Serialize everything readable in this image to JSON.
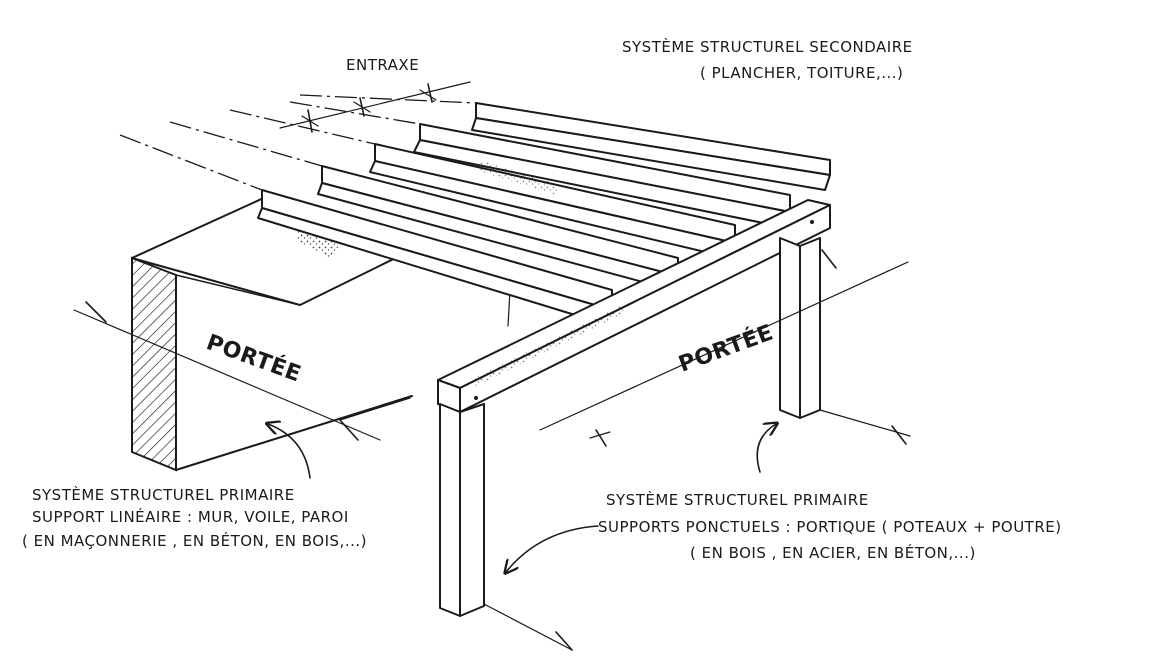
{
  "labels": {
    "entraxe": "ENTRAXE",
    "secondary_line1": "SYSTÈME STRUCTUREL SECONDAIRE",
    "secondary_line2": "( PLANCHER, TOITURE,...)",
    "portee_left": "PORTÉE",
    "portee_right": "PORTÉE",
    "primary_linear_line1": "SYSTÈME STRUCTUREL PRIMAIRE",
    "primary_linear_line2": "SUPPORT LINÉAIRE :  MUR, VOILE, PAROI",
    "primary_linear_line3": "( EN MAÇONNERIE , EN BÉTON, EN BOIS,...)",
    "primary_point_line1": "SYSTÈME STRUCTUREL PRIMAIRE",
    "primary_point_line2": "SUPPORTS PONCTUELS : PORTIQUE ( POTEAUX + POUTRE)",
    "primary_point_line3": "( EN BOIS , EN ACIER, EN BÉTON,...)"
  },
  "colors": {
    "ink": "#1a1a1a",
    "paper": "#ffffff"
  }
}
